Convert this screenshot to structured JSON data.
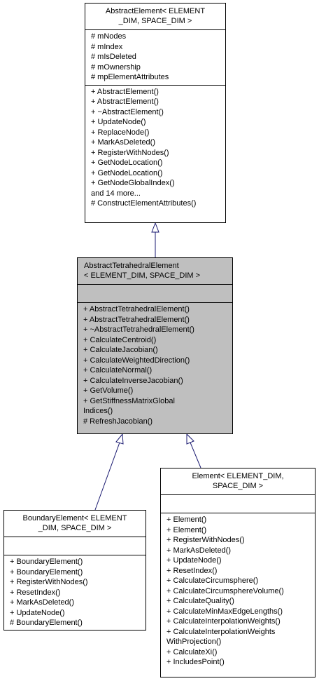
{
  "classes": {
    "abstract_element": {
      "title": [
        "AbstractElement< ELEMENT",
        "_DIM, SPACE_DIM >"
      ],
      "attributes": [
        "# mNodes",
        "# mIndex",
        "# mIsDeleted",
        "# mOwnership",
        "# mpElementAttributes"
      ],
      "methods": [
        "+ AbstractElement()",
        "+ AbstractElement()",
        "+ ~AbstractElement()",
        "+ UpdateNode()",
        "+ ReplaceNode()",
        "+ MarkAsDeleted()",
        "+ RegisterWithNodes()",
        "+ GetNodeLocation()",
        "+ GetNodeLocation()",
        "+ GetNodeGlobalIndex()",
        "and 14 more...",
        "# ConstructElementAttributes()"
      ]
    },
    "abstract_tetrahedral_element": {
      "title": [
        "AbstractTetrahedralElement",
        "< ELEMENT_DIM, SPACE_DIM >"
      ],
      "attributes": [],
      "methods": [
        "+ AbstractTetrahedralElement()",
        "+ AbstractTetrahedralElement()",
        "+ ~AbstractTetrahedralElement()",
        "+ CalculateCentroid()",
        "+ CalculateJacobian()",
        "+ CalculateWeightedDirection()",
        "+ CalculateNormal()",
        "+ CalculateInverseJacobian()",
        "+ GetVolume()",
        "+ GetStiffnessMatrixGlobal",
        "Indices()",
        "# RefreshJacobian()"
      ]
    },
    "boundary_element": {
      "title": [
        "BoundaryElement< ELEMENT",
        "_DIM, SPACE_DIM >"
      ],
      "attributes": [],
      "methods": [
        "+ BoundaryElement()",
        "+ BoundaryElement()",
        "+ RegisterWithNodes()",
        "+ ResetIndex()",
        "+ MarkAsDeleted()",
        "+ UpdateNode()",
        "# BoundaryElement()"
      ]
    },
    "element": {
      "title": [
        "Element< ELEMENT_DIM,",
        "SPACE_DIM >"
      ],
      "attributes": [],
      "methods": [
        "+ Element()",
        "+ Element()",
        "+ RegisterWithNodes()",
        "+ MarkAsDeleted()",
        "+ UpdateNode()",
        "+ ResetIndex()",
        "+ CalculateCircumsphere()",
        "+ CalculateCircumsphereVolume()",
        "+ CalculateQuality()",
        "+ CalculateMinMaxEdgeLengths()",
        "+ CalculateInterpolationWeights()",
        "+ CalculateInterpolationWeights",
        "WithProjection()",
        "+ CalculateXi()",
        "+ IncludesPoint()"
      ]
    }
  },
  "colors": {
    "highlight_fill": "#bfbfbf",
    "edge": "#191970"
  }
}
